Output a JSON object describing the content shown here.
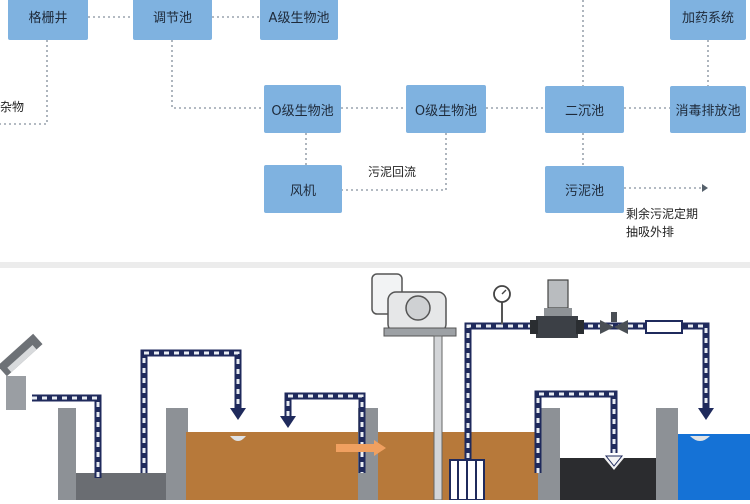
{
  "flowchart": {
    "nodes": {
      "grating_well": "格栅井",
      "regulating_tank": "调节池",
      "a_tank": "A级生物池",
      "dosing_system": "加药系统",
      "o_tank_1": "O级生物池",
      "o_tank_2": "O级生物池",
      "secondary_clarifier": "二沉池",
      "disinfection_tank": "消毒排放池",
      "blower": "风机",
      "sludge_tank": "污泥池"
    },
    "notes": {
      "debris": "杂物",
      "sludge_return": "污泥回流",
      "excess_sludge_line1": "剩余污泥定期",
      "excess_sludge_line2": "抽吸外排"
    }
  },
  "colors": {
    "node_fill": "#7fb2e0",
    "connector": "#9aa3ad",
    "pipe": "#1f2a5c",
    "sewage": "#b7793a",
    "clean_water": "#1572d6",
    "wall": "#8d9196"
  }
}
